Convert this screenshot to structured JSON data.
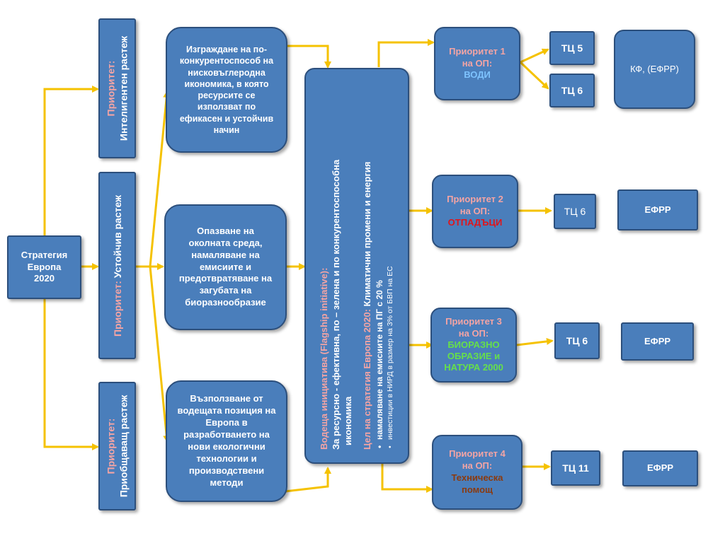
{
  "strategy": "Стратегия Европа 2020",
  "priorities": {
    "prefix": "Приоритет:",
    "smart": "Интелигентен растеж",
    "sustainable": "Устойчив растеж",
    "inclusive": "Приобщаващ растеж"
  },
  "goals": {
    "g1": "Изграждане на по-конкурентоспособ на нисковъглеродна икономика, в която ресурсите се използват по ефикасен и устойчив начин",
    "g2": "Опазване на околната среда, намаляване на емисиите и предотвратяване на загубата на биоразнообразие",
    "g3": "Възползване от водещата позиция на Европа в разработването на нови екологични технологии и производствени методи"
  },
  "flagship": {
    "label": "Водеща инициатива (Flagship initiative):",
    "line1": "За ресурсно - ефективна, по – зелена и по конкурентоспособна",
    "line2": "икономика",
    "goal_label": "Цел на стратегия Европа 2020:",
    "goal_text": "Климатични промени и енергия",
    "bullet1": "намаляване на емисиите на ПГ с 20 %",
    "bullet2": "инвестиции в НИРД в размер на 3% от БВП на ЕС"
  },
  "op": {
    "p1": {
      "title": "Приоритет 1 на ОП:",
      "name": "ВОДИ"
    },
    "p2": {
      "title": "Приоритет 2 на ОП:",
      "name": "ОТПАДЪЦИ"
    },
    "p3": {
      "title": "Приоритет 3 на ОП:",
      "name": "БИОРАЗНО ОБРАЗИЕ и НАТУРА 2000"
    },
    "p4": {
      "title": "Приоритет 4 на ОП:",
      "name": "Техническа помощ"
    }
  },
  "tc": {
    "tc5": "ТЦ 5",
    "tc6a": "ТЦ 6",
    "tc6b": "ТЦ 6",
    "tc6c": "ТЦ 6",
    "tc11": "ТЦ 11"
  },
  "funds": {
    "f1": "КФ, (ЕФРР)",
    "f2": "ЕФРР",
    "f3": "ЕФРР",
    "f4": "ЕФРР"
  },
  "colors": {
    "box_fill": "#4a7ebb",
    "box_border": "#2c4f7c",
    "arrow": "#f5c200",
    "accent_pink": "#f4a4a4",
    "accent_lightblue": "#7ec3ff",
    "accent_red": "#e0151b",
    "accent_green": "#66e04a",
    "accent_brown": "#8b3a0e"
  }
}
